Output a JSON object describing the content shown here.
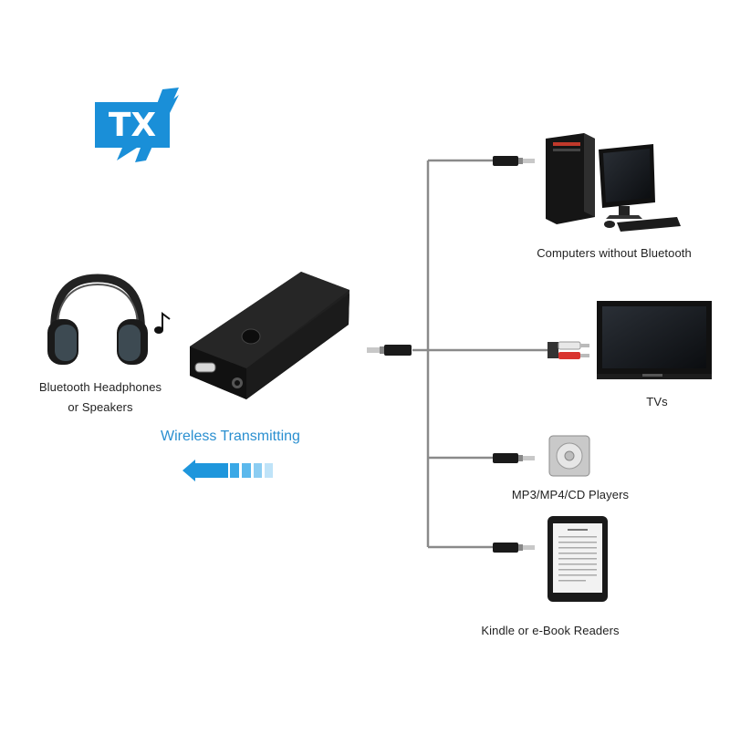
{
  "badge": {
    "text": "TX",
    "color": "#1a8fd8"
  },
  "source_device": {
    "label_line1": "Bluetooth Headphones",
    "label_line2": "or Speakers"
  },
  "transmitter": {
    "caption": "Wireless Transmitting",
    "arrow_color": "#2aa3e3"
  },
  "targets": [
    {
      "label": "Computers without Bluetooth",
      "icon": "desktop-computer-icon"
    },
    {
      "label": "TVs",
      "icon": "tv-icon"
    },
    {
      "label": "MP3/MP4/CD Players",
      "icon": "mp3-player-icon"
    },
    {
      "label": "Kindle or e-Book Readers",
      "icon": "ebook-reader-icon"
    }
  ],
  "colors": {
    "cable": "#8a8a8a",
    "text": "#222222"
  }
}
